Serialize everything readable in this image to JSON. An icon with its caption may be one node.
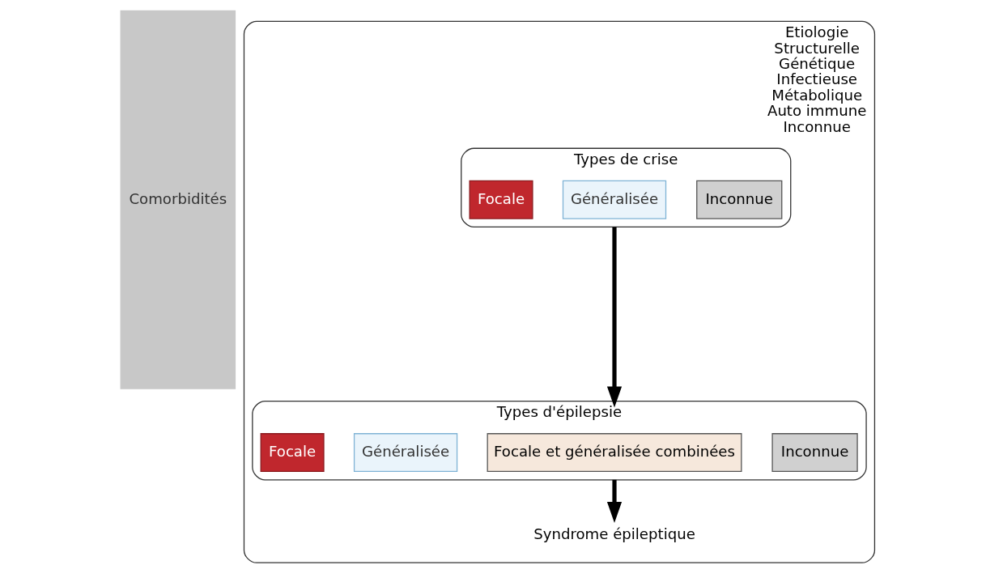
{
  "diagram": {
    "nodes": [
      {
        "text": [
          "Comorbidités"
        ]
      },
      {
        "text": [
          "Etiologie",
          "Structurelle",
          "Génétique",
          "Infectieuse",
          "Métabolique",
          "Auto immune",
          "Inconnue"
        ]
      },
      {
        "text": [
          "Types de crise"
        ],
        "in": 1
      },
      {
        "text": [
          "Focale"
        ],
        "in": 2
      },
      {
        "text": [
          "Généralisée"
        ],
        "in": 2
      },
      {
        "text": [
          "Inconnue"
        ],
        "in": 2
      },
      {
        "text": [
          "Types d'épilepsie"
        ],
        "in": 1
      },
      {
        "text": [
          "Focale"
        ],
        "in": 6
      },
      {
        "text": [
          "Généralisée"
        ],
        "in": 6
      },
      {
        "text": [
          "Focale et généralisée combinées"
        ],
        "in": 6
      },
      {
        "text": [
          "Inconnue"
        ],
        "in": 6
      },
      {
        "text": [
          "Syndrome épileptique"
        ],
        "in": 1
      }
    ],
    "edges": [
      {
        "from": 2,
        "to": 6,
        "arrow": "to"
      },
      {
        "from": 6,
        "to": 11,
        "arrow": "to"
      }
    ]
  }
}
